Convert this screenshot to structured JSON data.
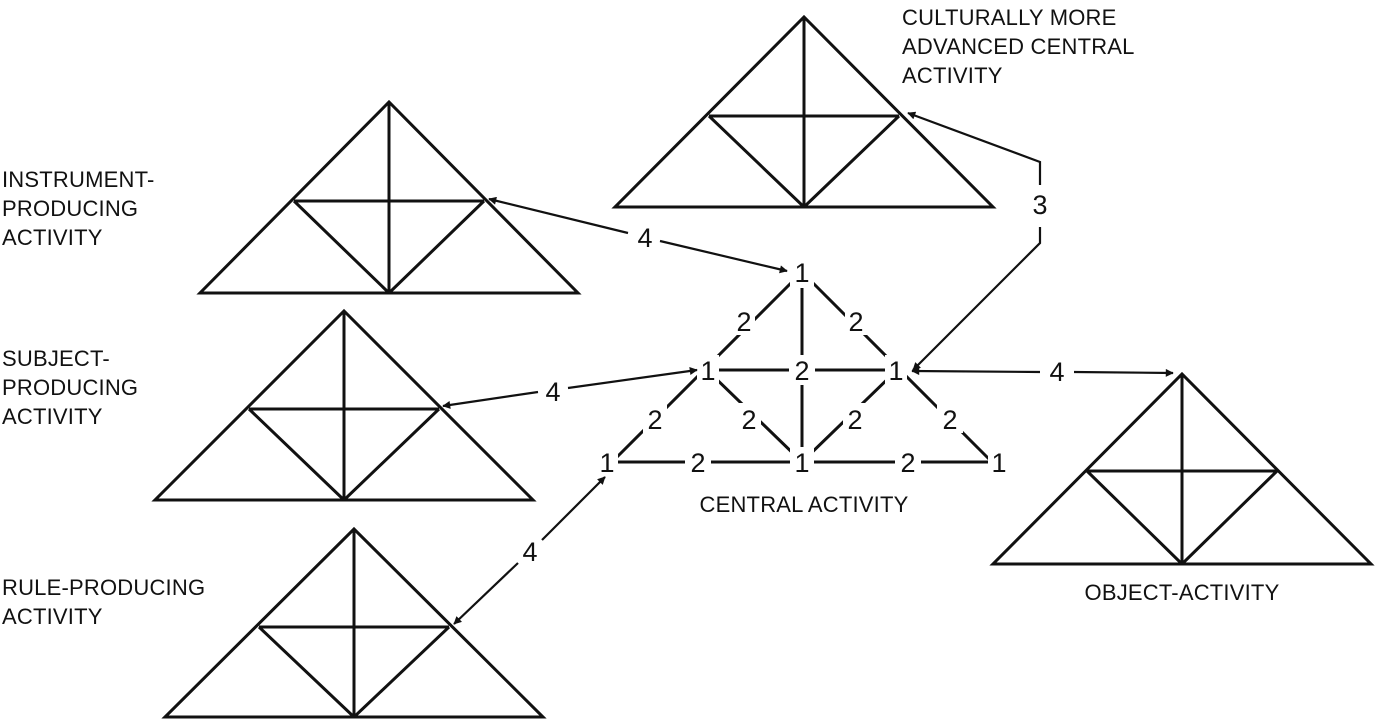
{
  "labels": {
    "culturally_advanced": [
      "CULTURALLY MORE",
      "ADVANCED CENTRAL",
      "ACTIVITY"
    ],
    "instrument": [
      "INSTRUMENT-",
      "PRODUCING",
      "ACTIVITY"
    ],
    "subject": [
      "SUBJECT-",
      "PRODUCING",
      "ACTIVITY"
    ],
    "rule": [
      "RULE-PRODUCING",
      "ACTIVITY"
    ],
    "central": "CENTRAL ACTIVITY",
    "object": "OBJECT-ACTIVITY"
  },
  "central_numbers": {
    "top": "1",
    "left_mid": "1",
    "right_mid": "1",
    "bottom_left": "1",
    "bottom_center": "1",
    "bottom_right": "1",
    "center": "2",
    "upper_left_edge": "2",
    "upper_right_edge": "2",
    "lower_left_edge": "2",
    "lower_right_edge": "2",
    "inner_left": "2",
    "inner_right": "2",
    "base_left": "2",
    "base_right": "2"
  },
  "arrow_labels": {
    "instrument": "4",
    "subject": "4",
    "rule": "4",
    "object": "4",
    "culturally_advanced": "3"
  }
}
